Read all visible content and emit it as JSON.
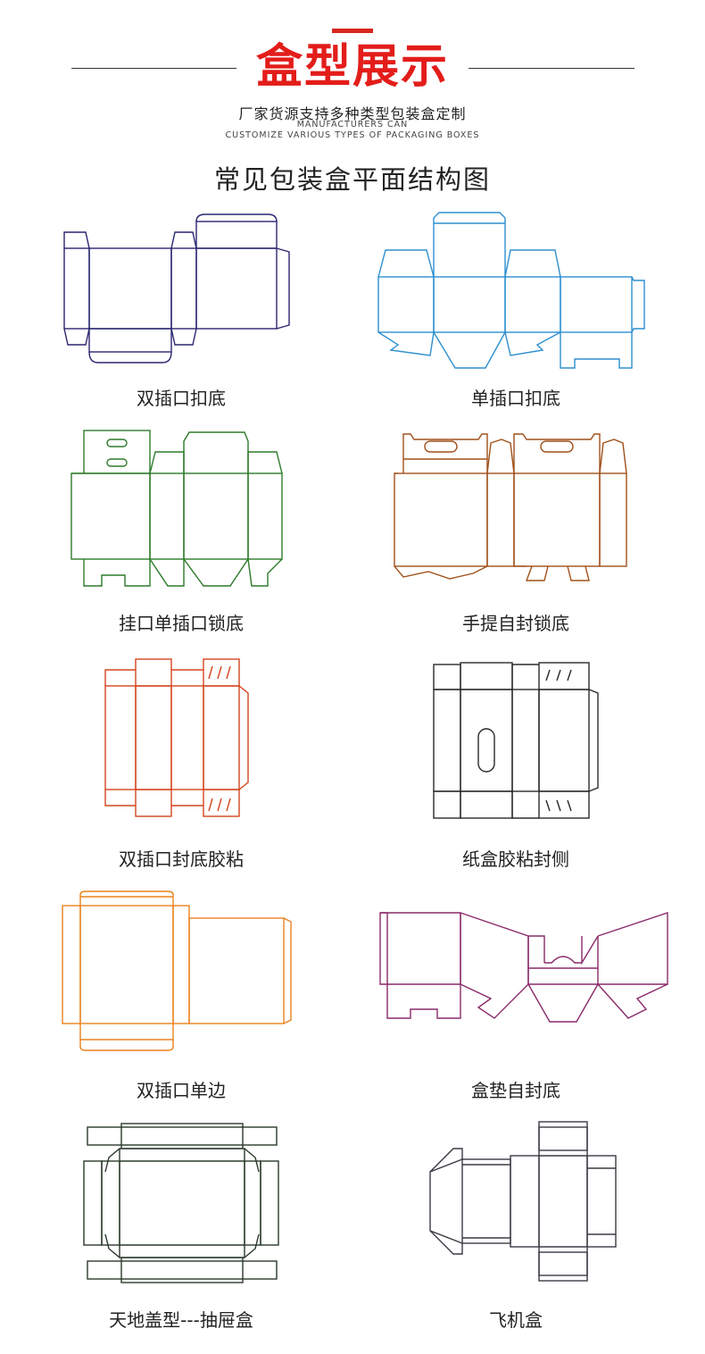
{
  "header": {
    "title": "盒型展示",
    "subtitle_cn": "厂家货源支持多种类型包装盒定制",
    "subtitle_en_line1": "MANUFACTURERS CAN",
    "subtitle_en_line2": "CUSTOMIZE VARIOUS TYPES OF PACKAGING BOXES",
    "accent_color": "#e31d1a"
  },
  "section": {
    "title": "常见包装盒平面结构图"
  },
  "boxes": [
    {
      "label": "双插口扣底",
      "color": "#2a2670"
    },
    {
      "label": "单插口扣底",
      "color": "#2e8fd0"
    },
    {
      "label": "挂口单插口锁底",
      "color": "#2e7a2a"
    },
    {
      "label": "手提自封锁底",
      "color": "#a0501a"
    },
    {
      "label": "双插口封底胶粘",
      "color": "#d4451e"
    },
    {
      "label": "纸盒胶粘封侧",
      "color": "#2a2a2a"
    },
    {
      "label": "双插口单边",
      "color": "#e8821e"
    },
    {
      "label": "盒垫自封底",
      "color": "#8a2a6a"
    },
    {
      "label": "天地盖型---抽屉盒",
      "color": "#2a3a2a"
    },
    {
      "label": "飞机盒",
      "color": "#3a3a44"
    }
  ]
}
